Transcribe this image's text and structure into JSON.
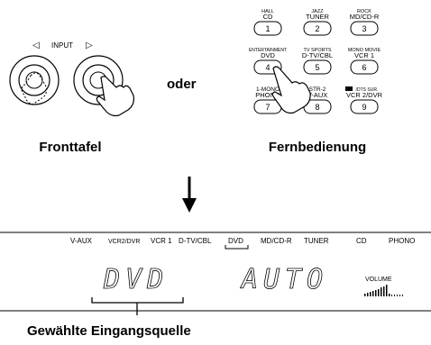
{
  "front_panel": {
    "input_label": "INPUT",
    "left_arrow": "◁",
    "right_arrow": "▷",
    "caption": "Fronttafel"
  },
  "connector": "oder",
  "remote": {
    "caption": "Fernbedienung",
    "keys": [
      {
        "top": "HALL",
        "name": "CD",
        "num": "1"
      },
      {
        "top": "JAZZ",
        "name": "TUNER",
        "num": "2"
      },
      {
        "top": "ROCK",
        "name": "MD/CD-R",
        "num": "3"
      },
      {
        "top": "ENTERTAINMENT",
        "name": "DVD",
        "num": "4"
      },
      {
        "top": "TV SPORTS",
        "name": "D-TV/CBL",
        "num": "5"
      },
      {
        "top": "MONO MOVIE",
        "name": "VCR 1",
        "num": "6"
      },
      {
        "top": "1-MONO",
        "name": "PHONO",
        "num": "7"
      },
      {
        "top": "STR-2",
        "name": "V-AUX",
        "num": "8"
      },
      {
        "top": "/DTS SUR.",
        "name": "VCR 2/DVR",
        "num": "9"
      }
    ]
  },
  "display": {
    "sources": [
      "V-AUX",
      "VCR2/DVR",
      "VCR 1",
      "D-TV/CBL",
      "DVD",
      "MD/CD-R",
      "TUNER",
      "CD",
      "PHONO"
    ],
    "selected_source": "DVD",
    "main_text_1": "DVD",
    "main_text_2": "AUTO",
    "volume_label": "VOLUME",
    "caption": "Gewählte Eingangsquelle"
  }
}
